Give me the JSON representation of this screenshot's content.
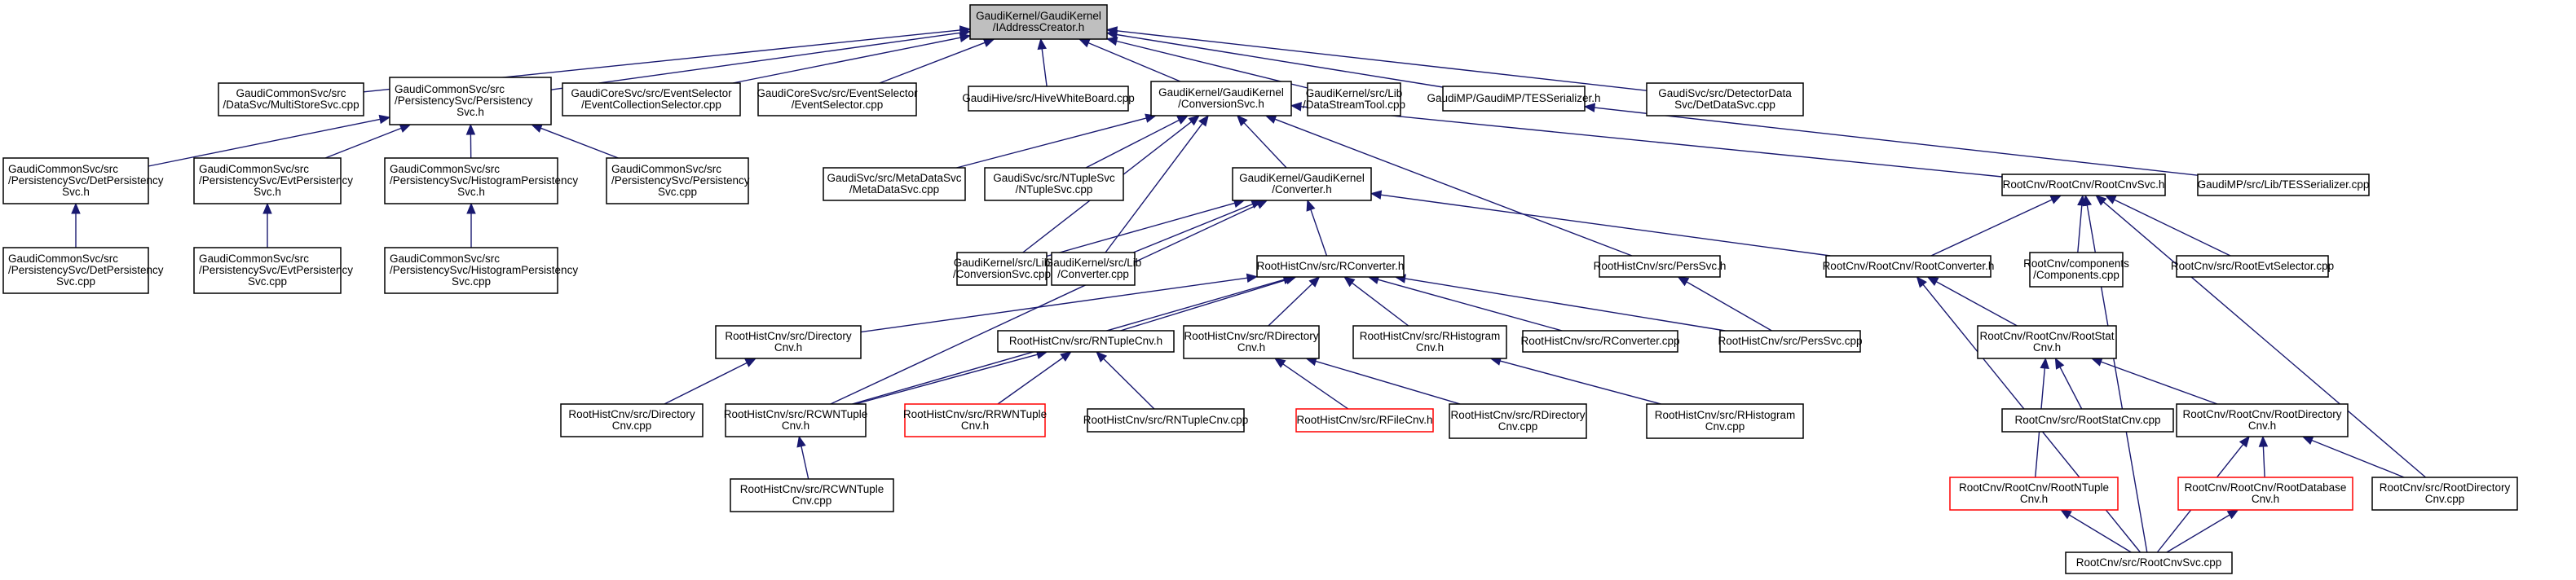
{
  "title": "GaudiKernel/GaudiKernel/IAddressCreator.h",
  "colors": {
    "edge": "#191970",
    "root_fill": "#bfbfbf",
    "node_border": "#000000",
    "missing_border": "#ff0000"
  },
  "nodes": [
    {
      "id": "IAddressCreator",
      "lines": [
        "GaudiKernel/GaudiKernel",
        "/IAddressCreator.h"
      ],
      "kind": "root"
    },
    {
      "id": "MultiStoreSvc",
      "lines": [
        "GaudiCommonSvc/src",
        "/DataSvc/MultiStoreSvc.cpp"
      ]
    },
    {
      "id": "PersistencySvcH",
      "lines": [
        "GaudiCommonSvc/src",
        "/PersistencySvc/Persistency",
        "Svc.h"
      ]
    },
    {
      "id": "EventCollectionSelector",
      "lines": [
        "GaudiCoreSvc/src/EventSelector",
        "/EventCollectionSelector.cpp"
      ]
    },
    {
      "id": "EventSelector",
      "lines": [
        "GaudiCoreSvc/src/EventSelector",
        "/EventSelector.cpp"
      ]
    },
    {
      "id": "HiveWhiteBoard",
      "lines": [
        "GaudiHive/src/HiveWhiteBoard.cpp"
      ]
    },
    {
      "id": "ConversionSvcH",
      "lines": [
        "GaudiKernel/GaudiKernel",
        "/ConversionSvc.h"
      ]
    },
    {
      "id": "DataStreamTool",
      "lines": [
        "GaudiKernel/src/Lib",
        "/DataStreamTool.cpp"
      ]
    },
    {
      "id": "TESSerializerH",
      "lines": [
        "GaudiMP/GaudiMP/TESSerializer.h"
      ]
    },
    {
      "id": "DetDataSvc",
      "lines": [
        "GaudiSvc/src/DetectorData",
        "Svc/DetDataSvc.cpp"
      ]
    },
    {
      "id": "DetPersistencySvcH",
      "lines": [
        "GaudiCommonSvc/src",
        "/PersistencySvc/DetPersistency",
        "Svc.h"
      ]
    },
    {
      "id": "EvtPersistencySvcH",
      "lines": [
        "GaudiCommonSvc/src",
        "/PersistencySvc/EvtPersistency",
        "Svc.h"
      ]
    },
    {
      "id": "HistogramPersistencySvcH",
      "lines": [
        "GaudiCommonSvc/src",
        "/PersistencySvc/HistogramPersistency",
        "Svc.h"
      ]
    },
    {
      "id": "PersistencySvcCpp",
      "lines": [
        "GaudiCommonSvc/src",
        "/PersistencySvc/Persistency",
        "Svc.cpp"
      ]
    },
    {
      "id": "MetaDataSvc",
      "lines": [
        "GaudiSvc/src/MetaDataSvc",
        "/MetaDataSvc.cpp"
      ]
    },
    {
      "id": "NTupleSvc",
      "lines": [
        "GaudiSvc/src/NTupleSvc",
        "/NTupleSvc.cpp"
      ]
    },
    {
      "id": "ConverterH",
      "lines": [
        "GaudiKernel/GaudiKernel",
        "/Converter.h"
      ]
    },
    {
      "id": "RootCnvSvcH",
      "lines": [
        "RootCnv/RootCnv/RootCnvSvc.h"
      ]
    },
    {
      "id": "TESSerializerCpp",
      "lines": [
        "GaudiMP/src/Lib/TESSerializer.cpp"
      ]
    },
    {
      "id": "DetPersistencySvcCpp",
      "lines": [
        "GaudiCommonSvc/src",
        "/PersistencySvc/DetPersistency",
        "Svc.cpp"
      ]
    },
    {
      "id": "EvtPersistencySvcCpp",
      "lines": [
        "GaudiCommonSvc/src",
        "/PersistencySvc/EvtPersistency",
        "Svc.cpp"
      ]
    },
    {
      "id": "HistogramPersistencySvcCpp",
      "lines": [
        "GaudiCommonSvc/src",
        "/PersistencySvc/HistogramPersistency",
        "Svc.cpp"
      ]
    },
    {
      "id": "ConversionSvcCpp",
      "lines": [
        "GaudiKernel/src/Lib",
        "/ConversionSvc.cpp"
      ]
    },
    {
      "id": "ConverterCpp",
      "lines": [
        "GaudiKernel/src/Lib",
        "/Converter.cpp"
      ]
    },
    {
      "id": "RConverterH",
      "lines": [
        "RootHistCnv/src/RConverter.h"
      ]
    },
    {
      "id": "PersSvcH",
      "lines": [
        "RootHistCnv/src/PersSvc.h"
      ]
    },
    {
      "id": "RootConverterH",
      "lines": [
        "RootCnv/RootCnv/RootConverter.h"
      ]
    },
    {
      "id": "Components",
      "lines": [
        "RootCnv/components",
        "/Components.cpp"
      ]
    },
    {
      "id": "RootEvtSelector",
      "lines": [
        "RootCnv/src/RootEvtSelector.cpp"
      ]
    },
    {
      "id": "DirectoryCnvH",
      "lines": [
        "RootHistCnv/src/Directory",
        "Cnv.h"
      ]
    },
    {
      "id": "RNTupleCnvH",
      "lines": [
        "RootHistCnv/src/RNTupleCnv.h"
      ]
    },
    {
      "id": "RDirectoryCnvH",
      "lines": [
        "RootHistCnv/src/RDirectory",
        "Cnv.h"
      ]
    },
    {
      "id": "RHistogramCnvH",
      "lines": [
        "RootHistCnv/src/RHistogram",
        "Cnv.h"
      ]
    },
    {
      "id": "RConverterCpp",
      "lines": [
        "RootHistCnv/src/RConverter.cpp"
      ]
    },
    {
      "id": "PersSvcCpp",
      "lines": [
        "RootHistCnv/src/PersSvc.cpp"
      ]
    },
    {
      "id": "RootStatCnvH",
      "lines": [
        "RootCnv/RootCnv/RootStat",
        "Cnv.h"
      ]
    },
    {
      "id": "DirectoryCnvCpp",
      "lines": [
        "RootHistCnv/src/Directory",
        "Cnv.cpp"
      ]
    },
    {
      "id": "RCWNTupleCnvH",
      "lines": [
        "RootHistCnv/src/RCWNTuple",
        "Cnv.h"
      ]
    },
    {
      "id": "RRWNTupleCnvH",
      "lines": [
        "RootHistCnv/src/RRWNTuple",
        "Cnv.h"
      ],
      "kind": "missing"
    },
    {
      "id": "RNTupleCnvCpp",
      "lines": [
        "RootHistCnv/src/RNTupleCnv.cpp"
      ]
    },
    {
      "id": "RFileCnvH",
      "lines": [
        "RootHistCnv/src/RFileCnv.h"
      ],
      "kind": "missing"
    },
    {
      "id": "RDirectoryCnvCpp",
      "lines": [
        "RootHistCnv/src/RDirectory",
        "Cnv.cpp"
      ]
    },
    {
      "id": "RHistogramCnvCpp",
      "lines": [
        "RootHistCnv/src/RHistogram",
        "Cnv.cpp"
      ]
    },
    {
      "id": "RootStatCnvCpp",
      "lines": [
        "RootCnv/src/RootStatCnv.cpp"
      ]
    },
    {
      "id": "RootDirectoryCnvH",
      "lines": [
        "RootCnv/RootCnv/RootDirectory",
        "Cnv.h"
      ]
    },
    {
      "id": "RCWNTupleCnvCpp",
      "lines": [
        "RootHistCnv/src/RCWNTuple",
        "Cnv.cpp"
      ]
    },
    {
      "id": "RootNTupleCnvH",
      "lines": [
        "RootCnv/RootCnv/RootNTuple",
        "Cnv.h"
      ],
      "kind": "missing"
    },
    {
      "id": "RootDatabaseCnvH",
      "lines": [
        "RootCnv/RootCnv/RootDatabase",
        "Cnv.h"
      ],
      "kind": "missing"
    },
    {
      "id": "RootDirectoryCnvCpp",
      "lines": [
        "RootCnv/src/RootDirectory",
        "Cnv.cpp"
      ]
    },
    {
      "id": "RootCnvSvcCpp",
      "lines": [
        "RootCnv/src/RootCnvSvc.cpp"
      ]
    }
  ],
  "edges": [
    [
      "MultiStoreSvc",
      "IAddressCreator"
    ],
    [
      "PersistencySvcH",
      "IAddressCreator"
    ],
    [
      "EventCollectionSelector",
      "IAddressCreator"
    ],
    [
      "EventSelector",
      "IAddressCreator"
    ],
    [
      "HiveWhiteBoard",
      "IAddressCreator"
    ],
    [
      "ConversionSvcH",
      "IAddressCreator"
    ],
    [
      "DataStreamTool",
      "IAddressCreator"
    ],
    [
      "TESSerializerH",
      "IAddressCreator"
    ],
    [
      "DetDataSvc",
      "IAddressCreator"
    ],
    [
      "DetPersistencySvcH",
      "PersistencySvcH"
    ],
    [
      "EvtPersistencySvcH",
      "PersistencySvcH"
    ],
    [
      "HistogramPersistencySvcH",
      "PersistencySvcH"
    ],
    [
      "PersistencySvcCpp",
      "PersistencySvcH"
    ],
    [
      "DetPersistencySvcCpp",
      "DetPersistencySvcH"
    ],
    [
      "EvtPersistencySvcCpp",
      "EvtPersistencySvcH"
    ],
    [
      "HistogramPersistencySvcCpp",
      "HistogramPersistencySvcH"
    ],
    [
      "TESSerializerCpp",
      "TESSerializerH"
    ],
    [
      "MetaDataSvc",
      "ConversionSvcH"
    ],
    [
      "NTupleSvc",
      "ConversionSvcH"
    ],
    [
      "ConverterH",
      "ConversionSvcH"
    ],
    [
      "RootCnvSvcH",
      "ConversionSvcH"
    ],
    [
      "ConversionSvcCpp",
      "ConversionSvcH"
    ],
    [
      "ConverterCpp",
      "ConversionSvcH"
    ],
    [
      "PersSvcH",
      "ConversionSvcH"
    ],
    [
      "ConversionSvcCpp",
      "ConverterH"
    ],
    [
      "ConverterCpp",
      "ConverterH"
    ],
    [
      "RConverterH",
      "ConverterH"
    ],
    [
      "RootConverterH",
      "ConverterH"
    ],
    [
      "RCWNTupleCnvH",
      "ConverterH"
    ],
    [
      "RootConverterH",
      "RootCnvSvcH"
    ],
    [
      "Components",
      "RootCnvSvcH"
    ],
    [
      "RootEvtSelector",
      "RootCnvSvcH"
    ],
    [
      "RootDirectoryCnvCpp",
      "RootCnvSvcH"
    ],
    [
      "RootCnvSvcCpp",
      "RootCnvSvcH"
    ],
    [
      "DirectoryCnvH",
      "RConverterH"
    ],
    [
      "RNTupleCnvH",
      "RConverterH"
    ],
    [
      "RDirectoryCnvH",
      "RConverterH"
    ],
    [
      "RHistogramCnvH",
      "RConverterH"
    ],
    [
      "RConverterCpp",
      "RConverterH"
    ],
    [
      "PersSvcCpp",
      "RConverterH"
    ],
    [
      "RCWNTupleCnvH",
      "RConverterH"
    ],
    [
      "PersSvcCpp",
      "PersSvcH"
    ],
    [
      "RootStatCnvH",
      "RootConverterH"
    ],
    [
      "RootCnvSvcCpp",
      "RootConverterH"
    ],
    [
      "DirectoryCnvCpp",
      "DirectoryCnvH"
    ],
    [
      "RCWNTupleCnvH",
      "RNTupleCnvH"
    ],
    [
      "RRWNTupleCnvH",
      "RNTupleCnvH"
    ],
    [
      "RNTupleCnvCpp",
      "RNTupleCnvH"
    ],
    [
      "RFileCnvH",
      "RDirectoryCnvH"
    ],
    [
      "RDirectoryCnvCpp",
      "RDirectoryCnvH"
    ],
    [
      "RHistogramCnvCpp",
      "RHistogramCnvH"
    ],
    [
      "RootStatCnvCpp",
      "RootStatCnvH"
    ],
    [
      "RootDirectoryCnvH",
      "RootStatCnvH"
    ],
    [
      "RootNTupleCnvH",
      "RootStatCnvH"
    ],
    [
      "RCWNTupleCnvCpp",
      "RCWNTupleCnvH"
    ],
    [
      "RootDatabaseCnvH",
      "RootDirectoryCnvH"
    ],
    [
      "RootDirectoryCnvCpp",
      "RootDirectoryCnvH"
    ],
    [
      "RootCnvSvcCpp",
      "RootDirectoryCnvH"
    ],
    [
      "RootCnvSvcCpp",
      "RootNTupleCnvH"
    ],
    [
      "RootCnvSvcCpp",
      "RootDatabaseCnvH"
    ]
  ]
}
